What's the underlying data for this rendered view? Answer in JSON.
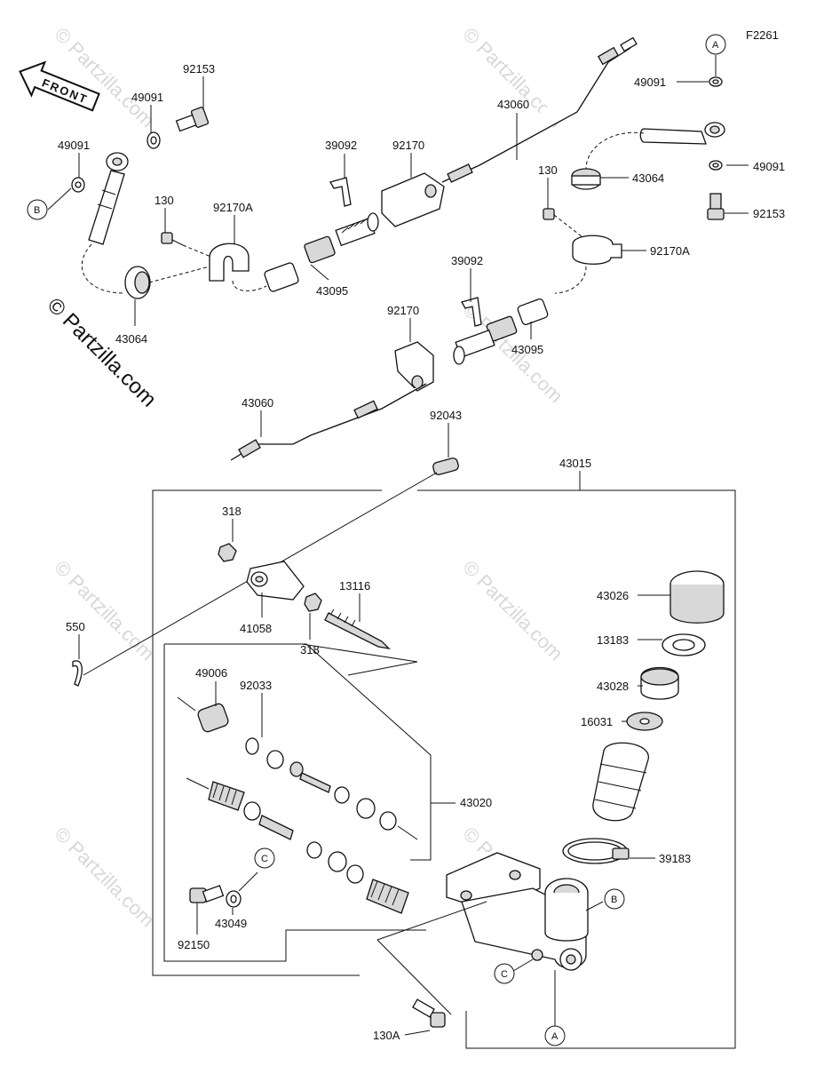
{
  "diagram_id": "F2261",
  "direction_label": "FRONT",
  "watermark": "© Partzilla.com",
  "part_labels": {
    "p92153a": "92153",
    "p49091a": "49091",
    "p49091b": "49091",
    "p130a": "130",
    "p92170Aa": "92170A",
    "p43064a": "43064",
    "p39092a": "39092",
    "p92170a": "92170",
    "p43095a": "43095",
    "p43060a": "43060",
    "p49091c": "49091",
    "p49091d": "49091",
    "p92153b": "92153",
    "p130b": "130",
    "p43064b": "43064",
    "p92170Ab": "92170A",
    "p39092b": "39092",
    "p92170b": "92170",
    "p43095b": "43095",
    "p43060b": "43060",
    "p92043": "92043",
    "p43015": "43015",
    "p318a": "318",
    "p41058": "41058",
    "p318b": "318",
    "p13116": "13116",
    "p550": "550",
    "p49006": "49006",
    "p92033": "92033",
    "p43020": "43020",
    "p43026": "43026",
    "p13183": "13183",
    "p43028": "43028",
    "p16031": "16031",
    "p39183": "39183",
    "p43049": "43049",
    "p92150": "92150",
    "p130A": "130A"
  },
  "callouts": {
    "A_top": "A",
    "B_left": "B",
    "C_mid": "C",
    "B_body": "B",
    "C_body": "C",
    "A_body": "A"
  }
}
